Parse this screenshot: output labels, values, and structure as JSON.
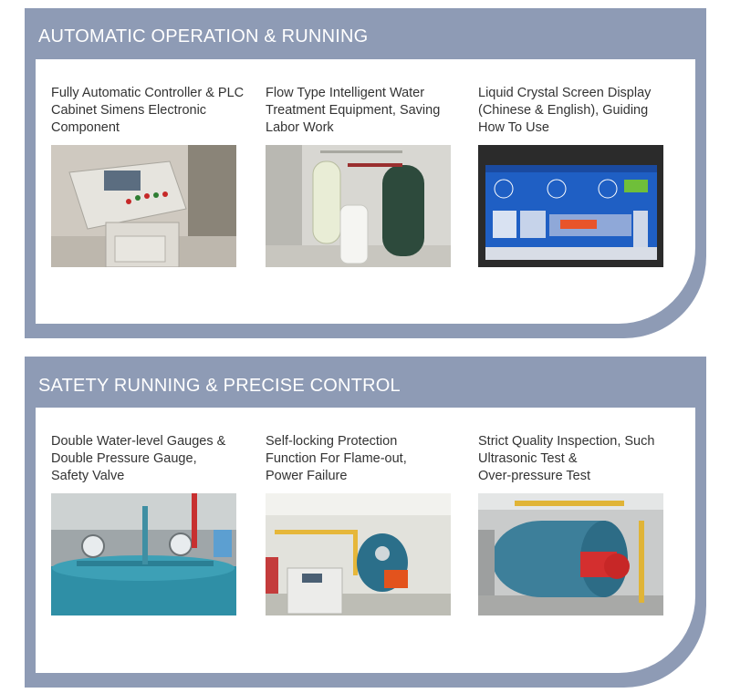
{
  "sections": [
    {
      "title": "AUTOMATIC OPERATION & RUNNING",
      "items": [
        {
          "caption_lines": [
            "Fully Automatic Controller & PLC",
            "Cabinet Simens Electronic",
            "Component"
          ],
          "icon": "control-cabinet-photo"
        },
        {
          "caption_lines": [
            "Flow Type Intelligent Water",
            "Treatment Equipment, Saving",
            "Labor Work"
          ],
          "icon": "water-treatment-photo"
        },
        {
          "caption_lines": [
            "Liquid Crystal Screen Display",
            "(Chinese & English), Guiding",
            "How To Use"
          ],
          "icon": "lcd-screen-photo"
        }
      ]
    },
    {
      "title": "SATETY RUNNING & PRECISE CONTROL",
      "items": [
        {
          "caption_lines": [
            "Double Water-level Gauges &",
            "Double Pressure Gauge,",
            "Safety Valve"
          ],
          "icon": "gauges-photo"
        },
        {
          "caption_lines": [
            "Self-locking Protection",
            "Function For Flame-out,",
            "Power Failure"
          ],
          "icon": "boiler-room-photo"
        },
        {
          "caption_lines": [
            "Strict Quality Inspection, Such",
            "Ultrasonic Test &",
            "Over-pressure Test"
          ],
          "icon": "boiler-inspection-photo"
        }
      ]
    }
  ],
  "colors": {
    "frame": "#8e9bb5",
    "panel": "#ffffff",
    "title_text": "#ffffff",
    "caption_text": "#333333"
  }
}
